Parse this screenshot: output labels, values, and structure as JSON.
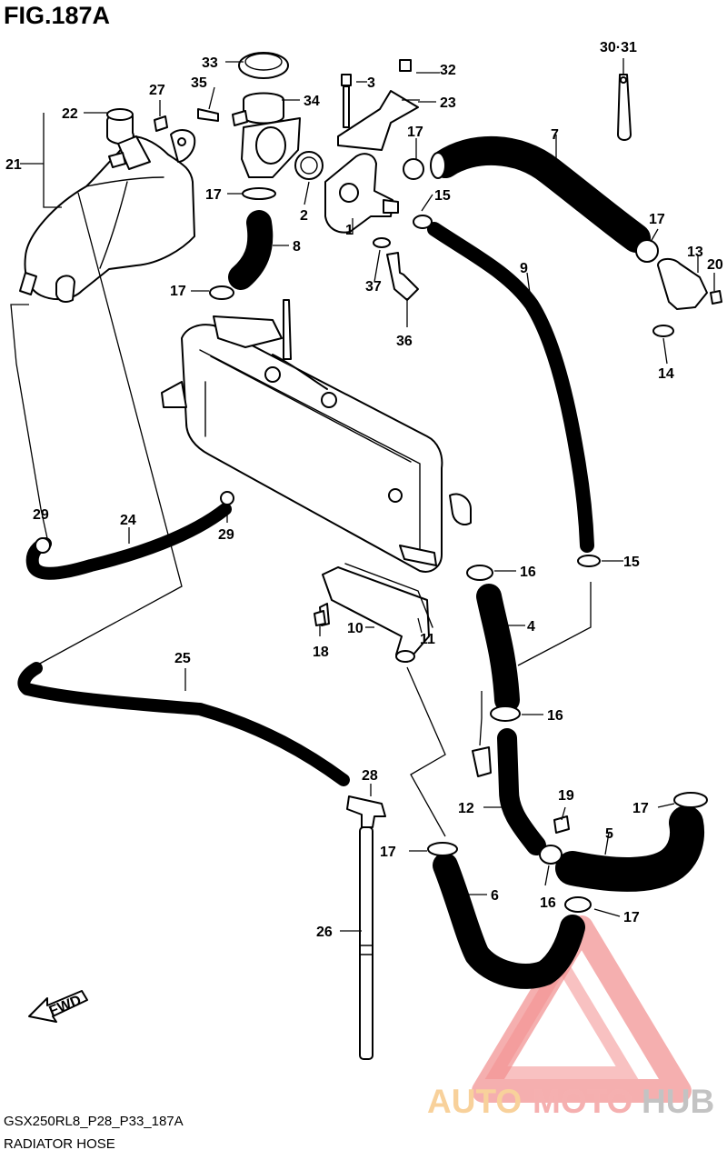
{
  "figure": {
    "title": "FIG.187A",
    "drawing_code": "GSX250RL8_P28_P33_187A",
    "name": "RADIATOR HOSE"
  },
  "callouts": [
    "1",
    "2",
    "3",
    "4",
    "5",
    "6",
    "7",
    "8",
    "9",
    "10",
    "11",
    "12",
    "13",
    "14",
    "15",
    "15",
    "16",
    "16",
    "16",
    "17",
    "17",
    "17",
    "17",
    "17",
    "17",
    "17",
    "18",
    "19",
    "20",
    "21",
    "22",
    "23",
    "24",
    "25",
    "26",
    "27",
    "28",
    "29",
    "29",
    "30·31",
    "32",
    "33",
    "34",
    "35",
    "36",
    "37"
  ],
  "fwd_label": "FWD",
  "watermark": {
    "parts": [
      "AUTO",
      "MOTO",
      "HUB"
    ],
    "colors": {
      "auto": "#f7c98a",
      "moto": "#f4a3a3",
      "hub": "#b9b9b9",
      "triangle": "#f07a7a"
    }
  }
}
